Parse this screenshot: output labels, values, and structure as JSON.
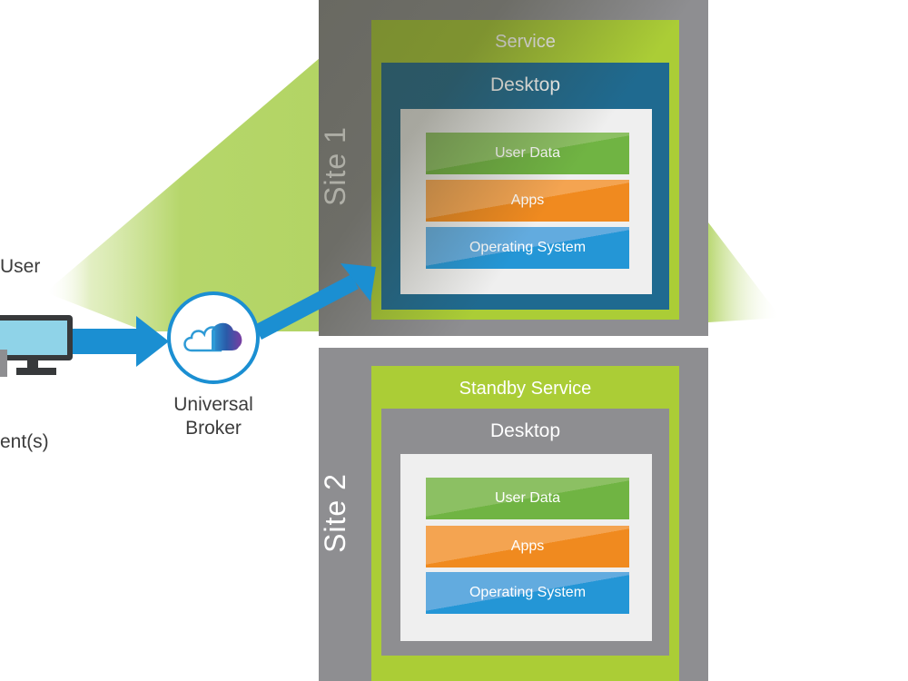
{
  "user_label": "User",
  "client_label": "ent(s)",
  "broker": {
    "line1": "Universal",
    "line2": "Broker"
  },
  "sites": [
    {
      "label": "Site 1",
      "service": "Service",
      "desktop": "Desktop",
      "layers": [
        "User Data",
        "Apps",
        "Operating System"
      ],
      "desktop_color": "#1f6a90"
    },
    {
      "label": "Site 2",
      "service": "Standby Service",
      "desktop": "Desktop",
      "layers": [
        "User Data",
        "Apps",
        "Operating System"
      ],
      "desktop_color": "#8e8e91"
    }
  ],
  "colors": {
    "site_gray": "#8e8e91",
    "service_green": "#abcd36",
    "arrow_blue": "#1b8fd2",
    "beam_green": "#b7d86a",
    "user_data_green": "#70b443",
    "apps_orange": "#f08a1f",
    "os_blue": "#2496d6"
  },
  "icons": [
    "monitor-icon",
    "cloud-icon",
    "arrow-icon"
  ]
}
